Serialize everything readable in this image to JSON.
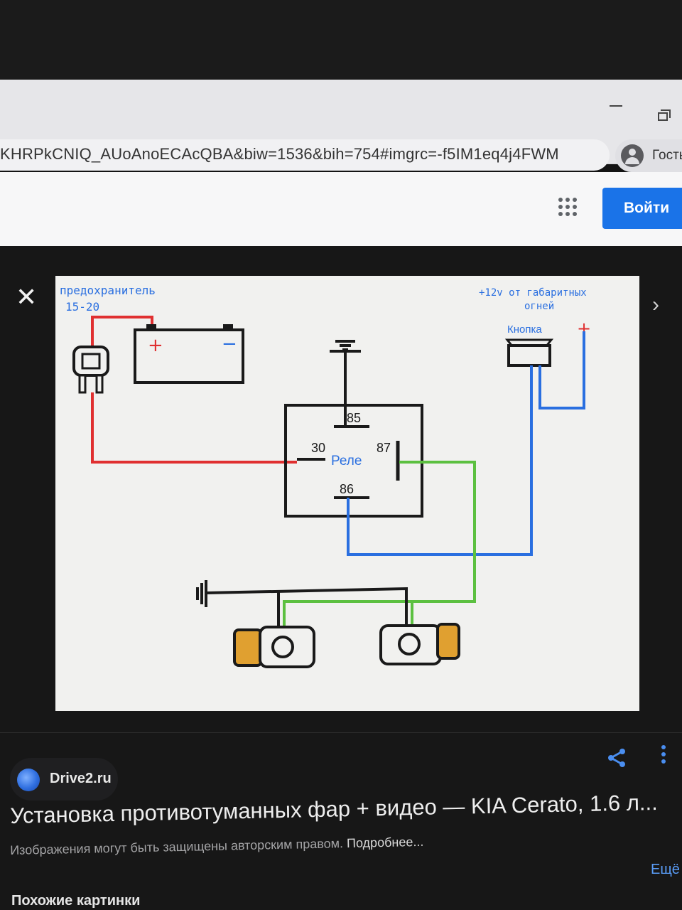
{
  "browser": {
    "address_url": "KHRPkCNIQ_AUoAnoECAcQBA&biw=1536&bih=754#imgrc=-f5IM1eq4j4FWM",
    "profile_label": "Гость"
  },
  "header": {
    "apps_icon": "apps-grid-icon",
    "login_label": "Войти"
  },
  "viewer": {
    "close_glyph": "✕",
    "next_glyph": "›",
    "prev_glyph": "‹"
  },
  "diagram": {
    "fuse_label_1": "предохранитель",
    "fuse_label_2": "15-20",
    "plus12_label_1": "+12v от габаритных",
    "plus12_label_2": "огней",
    "button_label": "Кнопка",
    "relay_label": "Реле",
    "pin_85": "85",
    "pin_86": "86",
    "pin_30": "30",
    "pin_87": "87",
    "battery_plus": "+",
    "battery_minus": "−",
    "button_plus": "+",
    "colors": {
      "red_wire": "#e03030",
      "blue_wire": "#2a6fe0",
      "green_wire": "#5cc040",
      "black_wire": "#1a1a1a",
      "lamp_amber": "#e0a030"
    }
  },
  "result": {
    "source_name": "Drive2.ru",
    "title": "Установка противотуманных фар + видео — KIA Cerato, 1.6 л...",
    "copyright_text": "Изображения могут быть защищены авторским правом.",
    "copyright_link": "Подробнее...",
    "more_label": "Ещё",
    "similar_label": "Похожие картинки"
  }
}
